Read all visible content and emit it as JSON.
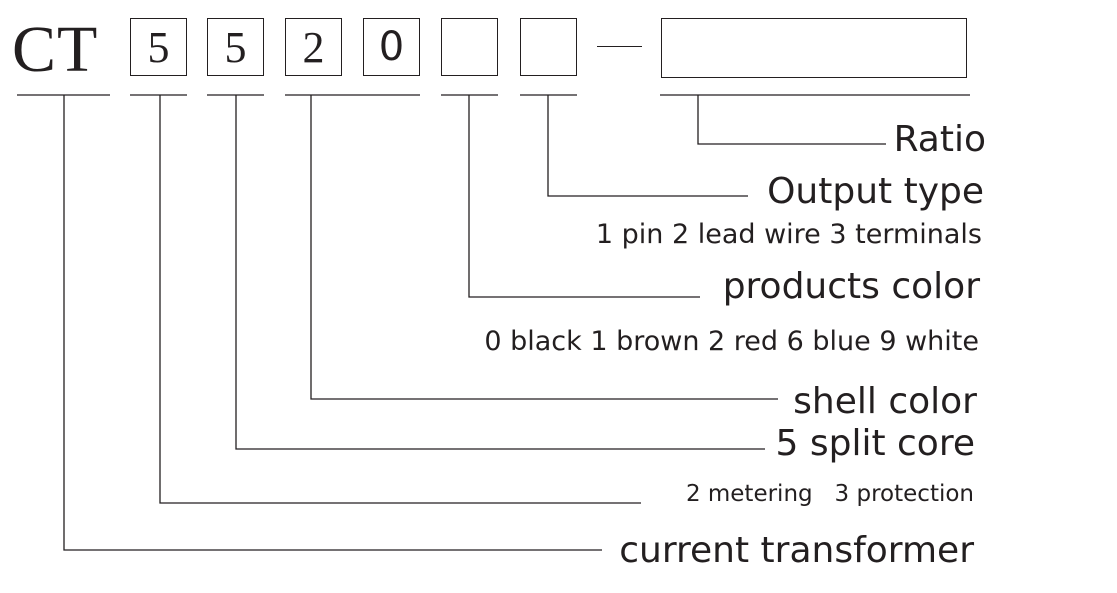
{
  "code": {
    "prefix": "CT",
    "digits": [
      "5",
      "5",
      "2",
      "0",
      "",
      ""
    ],
    "separator": "—",
    "ratio_value": ""
  },
  "labels": {
    "ratio": "Ratio",
    "output_type": "Output type",
    "output_type_options": "1 pin 2 lead wire 3 terminals",
    "products_color": "products color",
    "color_options": "0 black 1 brown 2 red 6 blue 9 white",
    "shell_color": "shell color",
    "split_core": "5 split core",
    "core_options": "2 metering   3 protection",
    "current_transformer": "current transformer"
  },
  "colors": {
    "ink": "#231f20",
    "background": "#ffffff"
  }
}
